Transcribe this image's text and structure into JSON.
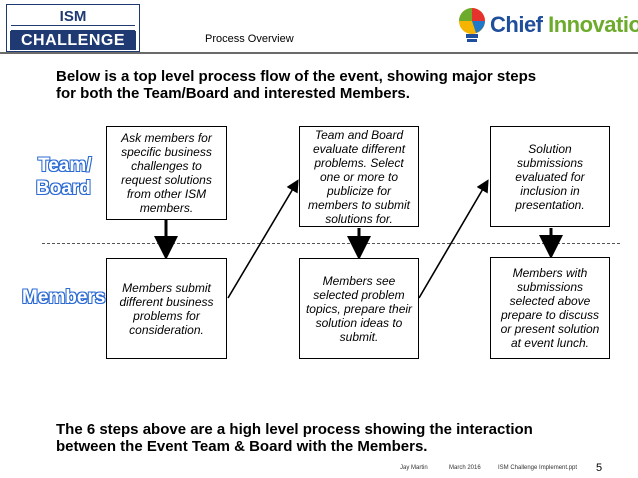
{
  "header": {
    "ism_logo_top": "ISM",
    "ism_logo_bottom": "CHALLENGE",
    "subtitle": "Process Overview",
    "brand_word_1": "Chief",
    "brand_word_2": "Innovation"
  },
  "intro": {
    "line1": "Below is a top level process flow of the event, showing major steps",
    "line2": "for both the Team/Board and interested Members."
  },
  "lanes": {
    "team_line1": "Team/",
    "team_line2": "Board",
    "members": "Members"
  },
  "steps": {
    "team_1": "Ask members for\nspecific business\nchallenges to\nrequest solutions\nfrom other ISM\nmembers.",
    "team_2": "Team and Board\nevaluate different\nproblems.  Select\none or more to\npublicize for\nmembers to submit\nsolutions for.",
    "team_3": "Solution\nsubmissions\nevaluated for\ninclusion in\npresentation.",
    "member_1": "Members submit\ndifferent business\nproblems for\nconsideration.",
    "member_2": "Members see\nselected problem\ntopics, prepare their\nsolution ideas to\nsubmit.",
    "member_3": "Members with\nsubmissions\nselected above\nprepare to discuss\nor present solution\nat event lunch."
  },
  "outro": {
    "line1": "The 6 steps above are a high level process showing the interaction",
    "line2": "between the Event Team & Board with the Members."
  },
  "footer": {
    "author": "Jay Martin",
    "date": "March 2016",
    "file": "ISM Challenge Implement.ppt",
    "page": "5"
  },
  "colors": {
    "ism_navy": "#1f3a73",
    "chief_blue": "#1f4e9c",
    "chief_green": "#6cab2b",
    "lane_label_blue": "#2b6ad3"
  },
  "icons": [
    "lightbulb-icon",
    "arrow-down-icon",
    "arrow-up-right-icon"
  ]
}
